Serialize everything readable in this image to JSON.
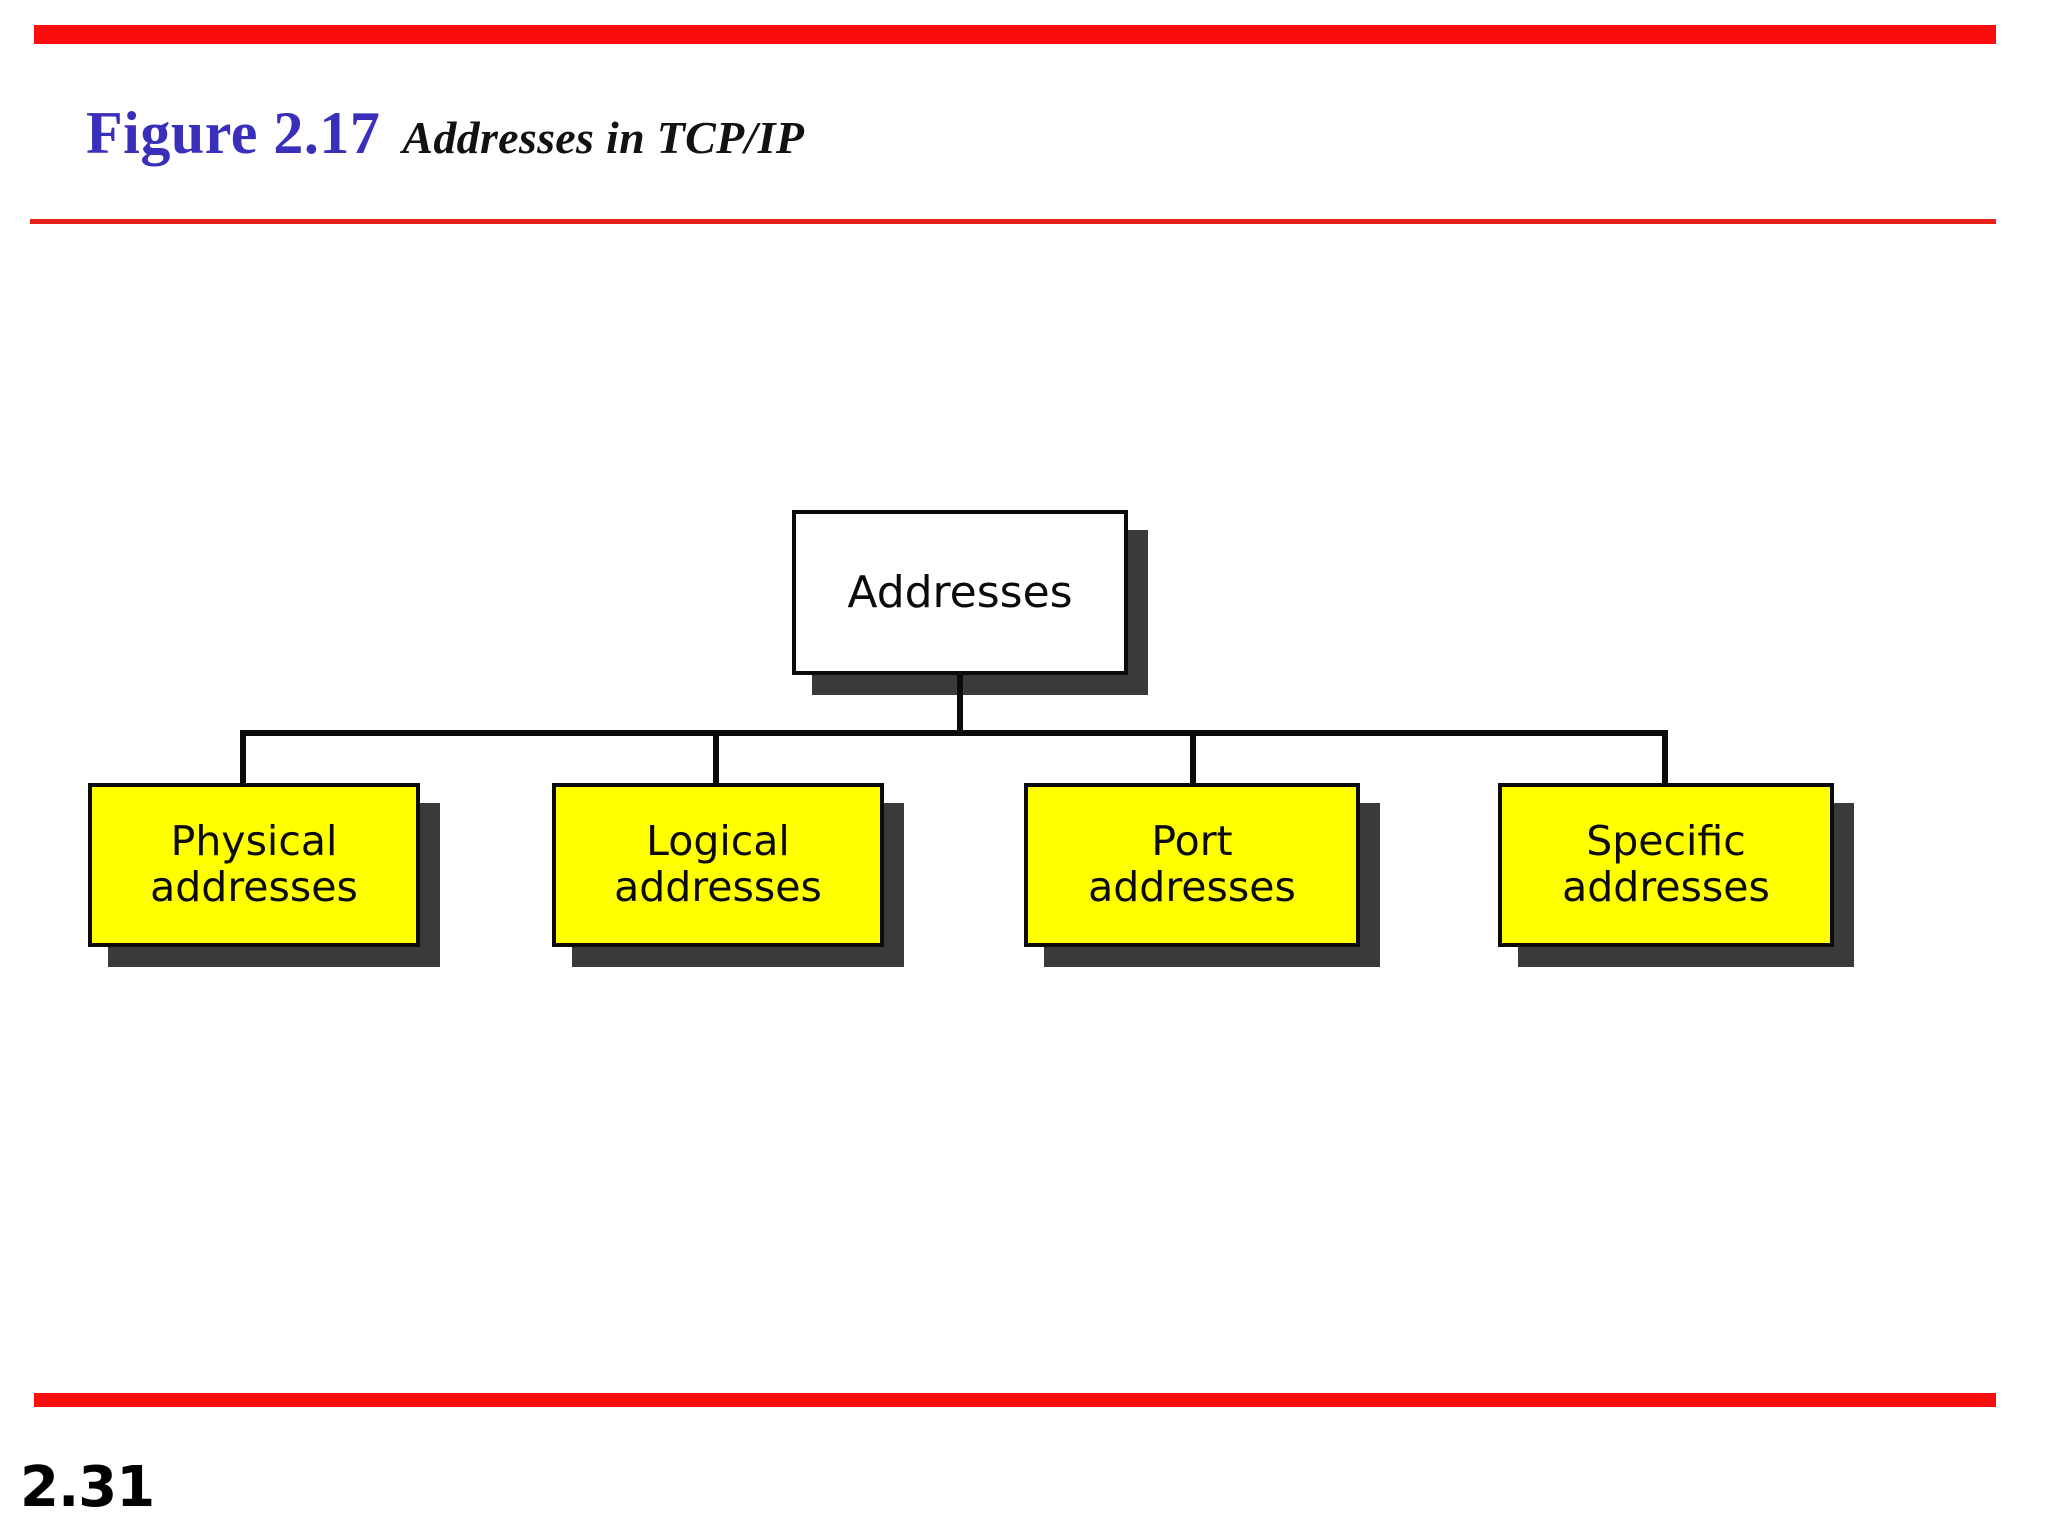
{
  "header": {
    "figure_label": "Figure 2.17",
    "caption": "Addresses in TCP/IP",
    "figure_label_color": "#3a2fbb",
    "caption_color": "#121212",
    "rule_color": "#fc0d0d",
    "thin_rule_color": "#e8201a"
  },
  "footer": {
    "page_number": "2.31",
    "rule_color": "#fc0d0d"
  },
  "diagram": {
    "type": "tree",
    "root": {
      "label": "Addresses",
      "fill": "#ffffff",
      "border": "#0b0b0b",
      "shadow": "#3a3a3a"
    },
    "children": [
      {
        "label_line1": "Physical",
        "label_line2": "addresses",
        "fill": "#ffff00",
        "border": "#0b0b0b",
        "shadow": "#3a3a3a"
      },
      {
        "label_line1": "Logical",
        "label_line2": "addresses",
        "fill": "#ffff00",
        "border": "#0b0b0b",
        "shadow": "#3a3a3a"
      },
      {
        "label_line1": "Port",
        "label_line2": "addresses",
        "fill": "#ffff00",
        "border": "#0b0b0b",
        "shadow": "#3a3a3a"
      },
      {
        "label_line1": "Specific",
        "label_line2": "addresses",
        "fill": "#ffff00",
        "border": "#0b0b0b",
        "shadow": "#3a3a3a"
      }
    ],
    "connector_color": "#0b0b0b"
  }
}
